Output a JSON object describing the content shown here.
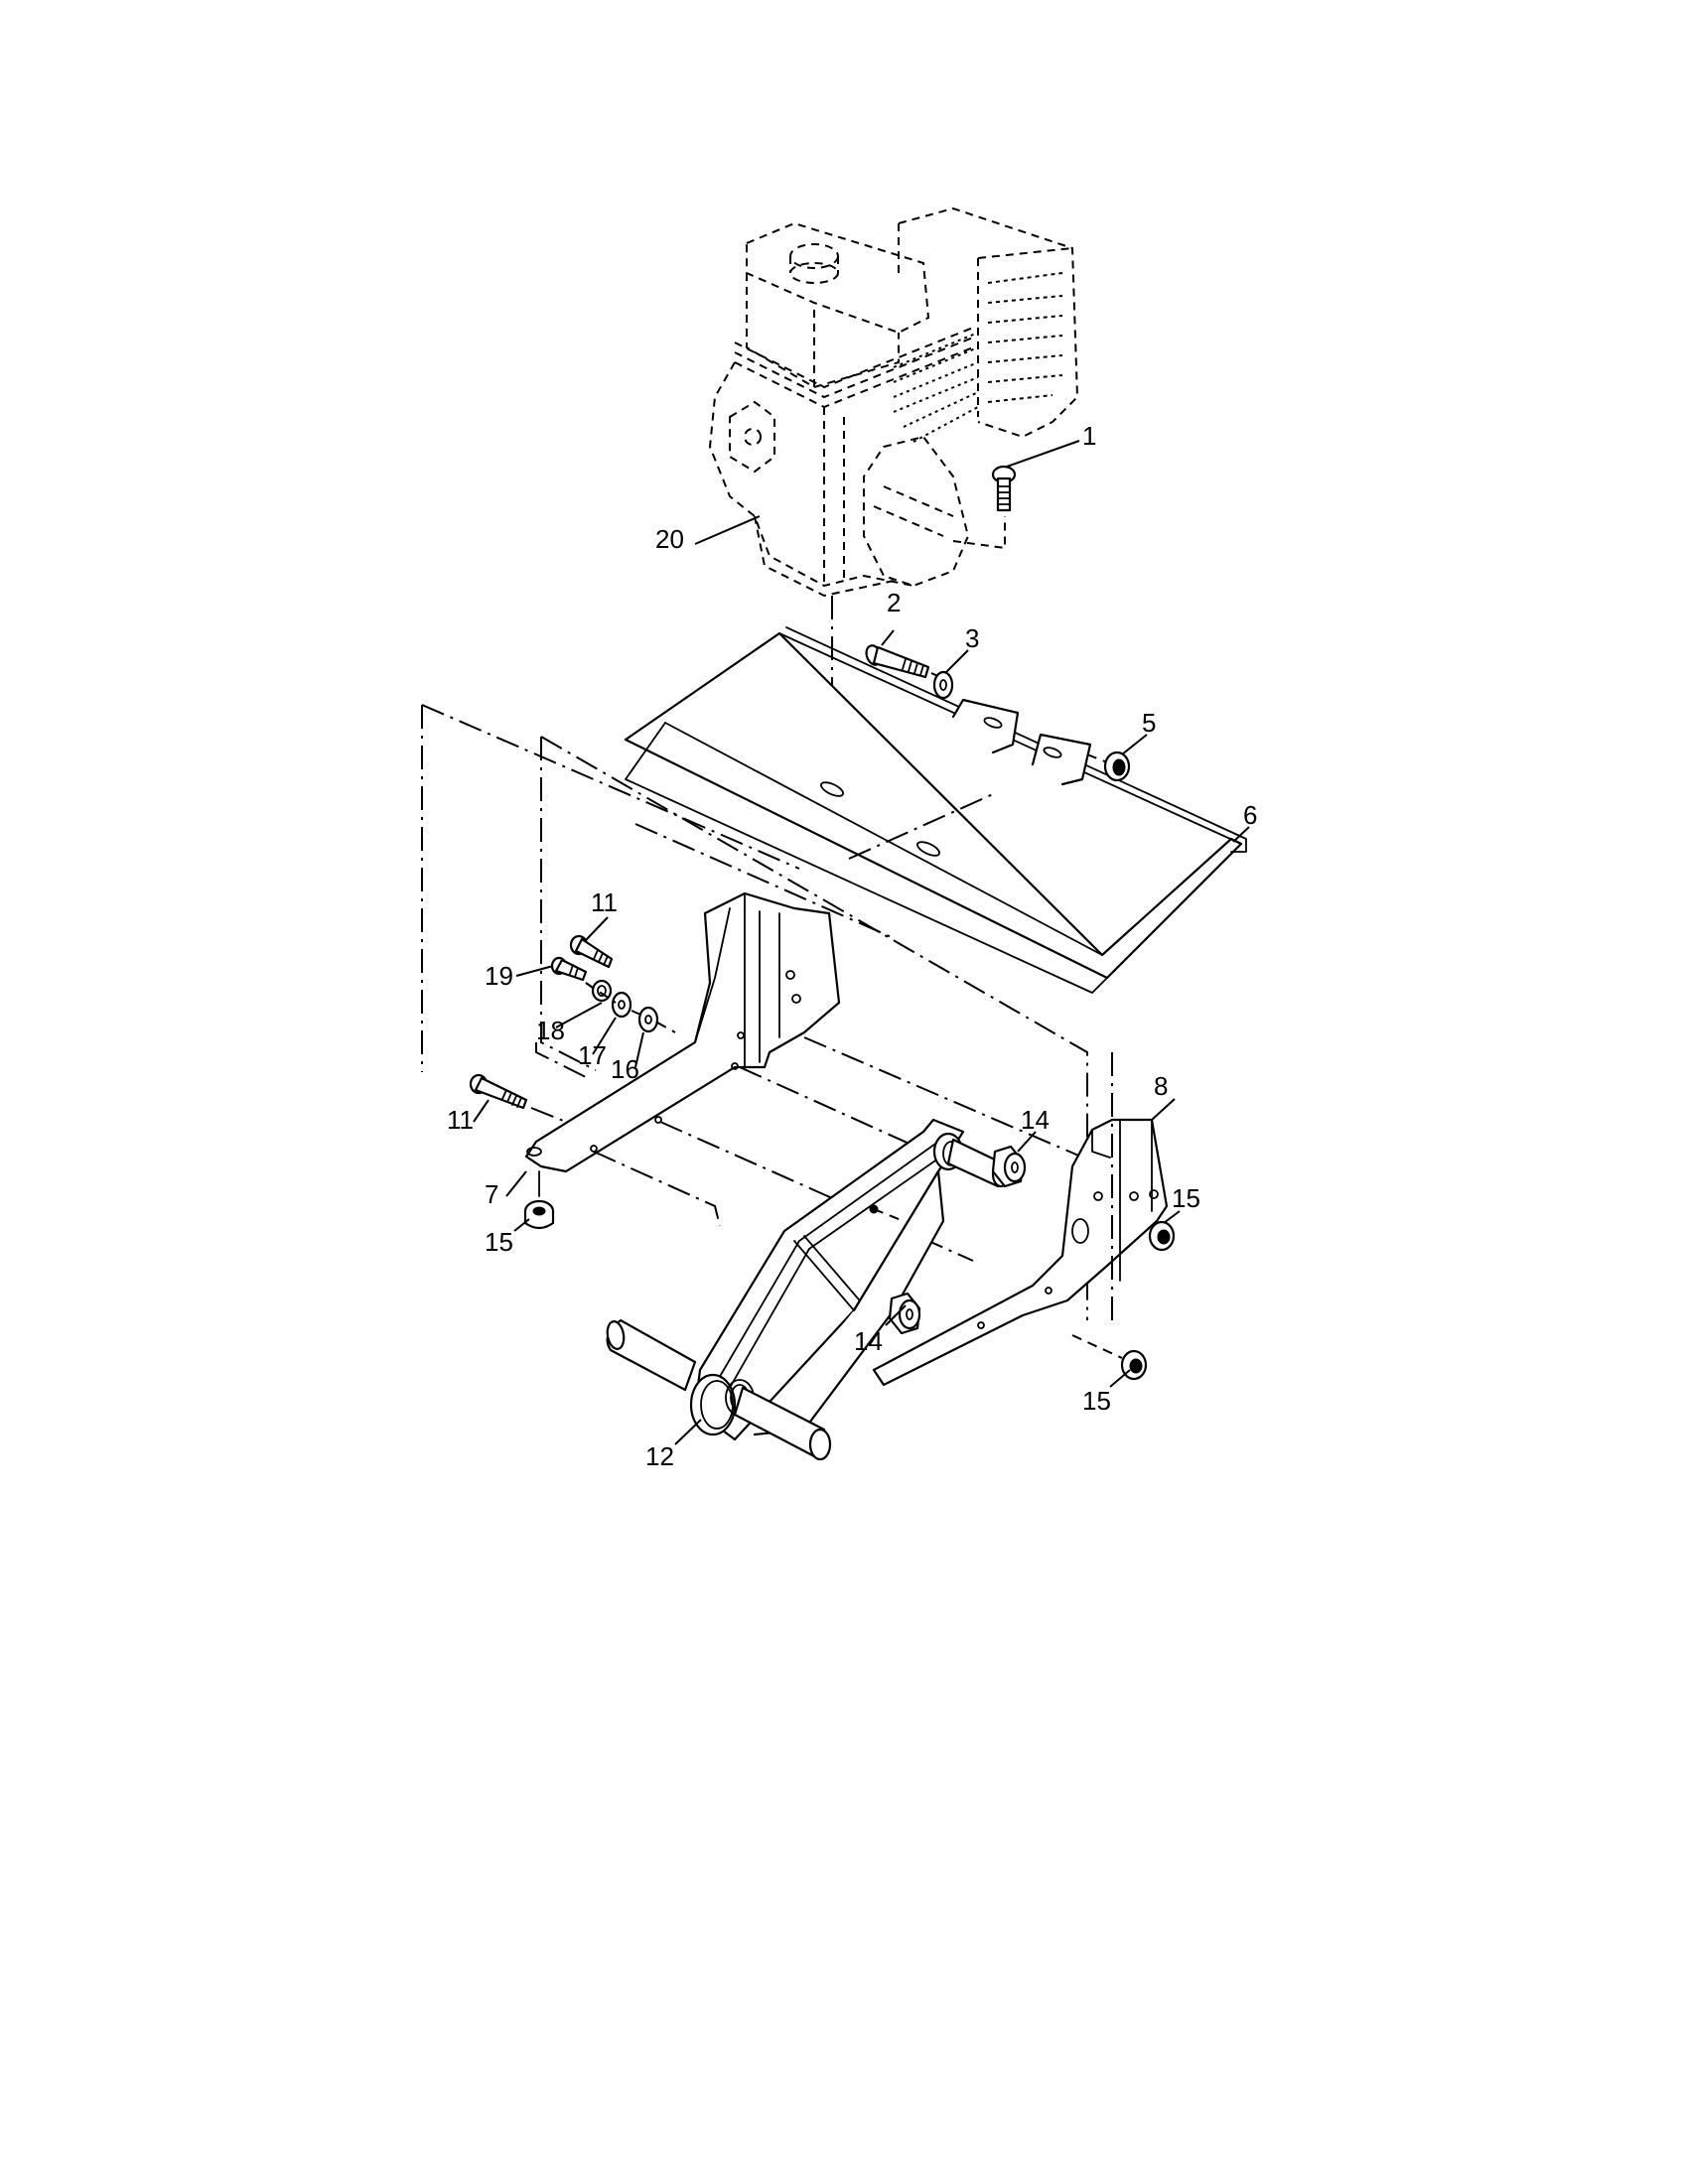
{
  "diagram": {
    "type": "exploded-parts-diagram",
    "background": "#ffffff",
    "line_color": "#000000",
    "callouts": [
      {
        "id": "c1",
        "label": "1",
        "part": "bolt (engine mount)"
      },
      {
        "id": "c20",
        "label": "20",
        "part": "engine"
      },
      {
        "id": "c2",
        "label": "2",
        "part": "bolt"
      },
      {
        "id": "c3",
        "label": "3",
        "part": "washer"
      },
      {
        "id": "c5",
        "label": "5",
        "part": "nut"
      },
      {
        "id": "c6",
        "label": "6",
        "part": "tine shield"
      },
      {
        "id": "c11a",
        "label": "11",
        "part": "bolt"
      },
      {
        "id": "c19",
        "label": "19",
        "part": "bolt"
      },
      {
        "id": "c18",
        "label": "18",
        "part": "lock washer"
      },
      {
        "id": "c17",
        "label": "17",
        "part": "washer"
      },
      {
        "id": "c16",
        "label": "16",
        "part": "washer"
      },
      {
        "id": "c11b",
        "label": "11",
        "part": "bolt"
      },
      {
        "id": "c7",
        "label": "7",
        "part": "left frame bracket"
      },
      {
        "id": "c15a",
        "label": "15",
        "part": "nut"
      },
      {
        "id": "c14a",
        "label": "14",
        "part": "spacer"
      },
      {
        "id": "c8",
        "label": "8",
        "part": "right frame bracket"
      },
      {
        "id": "c15b",
        "label": "15",
        "part": "nut"
      },
      {
        "id": "c14b",
        "label": "14",
        "part": "spacer"
      },
      {
        "id": "c15c",
        "label": "15",
        "part": "nut"
      },
      {
        "id": "c12",
        "label": "12",
        "part": "chain case assembly"
      }
    ]
  }
}
